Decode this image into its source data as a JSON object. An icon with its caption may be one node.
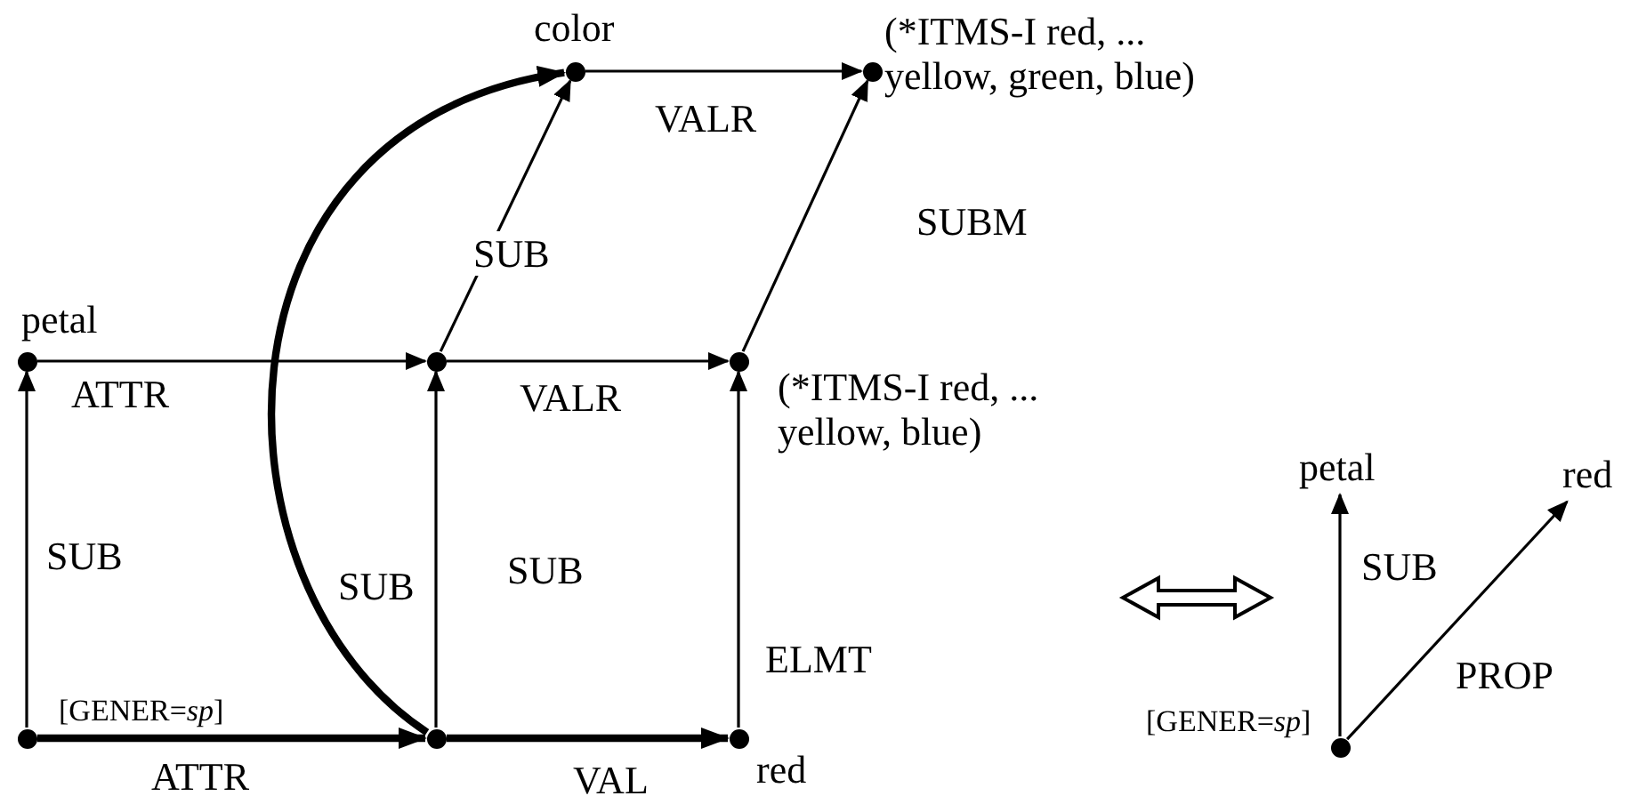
{
  "diagram": {
    "nodes": [
      {
        "text": [],
        "shape": "circle",
        "beside": [
          "color"
        ]
      },
      {
        "text": [],
        "shape": "circle",
        "beside": [
          "(*ITMS-I red, ... yellow, green, blue)"
        ]
      },
      {
        "text": [],
        "shape": "circle",
        "beside": [
          "petal"
        ]
      },
      {
        "text": [],
        "shape": "circle"
      },
      {
        "text": [],
        "shape": "circle",
        "beside": [
          "(*ITMS-I red, ... yellow, blue)"
        ]
      },
      {
        "text": [
          "petal"
        ]
      },
      {
        "text": [
          "red"
        ]
      },
      {
        "text": [],
        "shape": "circle",
        "beside": [
          "[GENER=*sp*]"
        ]
      },
      {
        "text": [],
        "shape": "circle"
      },
      {
        "text": [],
        "shape": "circle",
        "beside": [
          "red"
        ]
      },
      {
        "text": [],
        "shape": "circle",
        "beside": [
          "[GENER=*sp*]"
        ]
      }
    ],
    "edges": [
      {
        "from": 7,
        "to": 2,
        "arrow": "to",
        "label": "SUB"
      },
      {
        "from": 2,
        "to": 3,
        "arrow": "to",
        "label": "ATTR"
      },
      {
        "from": 3,
        "to": 0,
        "arrow": "to",
        "label": "SUB"
      },
      {
        "from": 0,
        "to": 1,
        "arrow": "to",
        "label": "VALR"
      },
      {
        "from": 4,
        "to": 1,
        "arrow": "to"
      },
      {
        "from": 3,
        "to": 4,
        "arrow": "to",
        "label": "VALR"
      },
      {
        "from": 8,
        "to": 3,
        "arrow": "to",
        "label": "SUB"
      },
      {
        "from": 9,
        "to": 4,
        "arrow": "to",
        "label": "ELMT"
      },
      {
        "from": 7,
        "to": 8,
        "arrow": "to",
        "label": "ATTR",
        "style": "thick"
      },
      {
        "from": 8,
        "to": 9,
        "arrow": "to",
        "label": "VAL",
        "style": "thick"
      },
      {
        "from": 8,
        "to": 0,
        "arrow": "to",
        "style": "thick"
      },
      {
        "from": 10,
        "to": 5,
        "arrow": "to",
        "label": "SUB"
      },
      {
        "from": 10,
        "to": 6,
        "arrow": "to",
        "label": "PROP"
      }
    ],
    "labels": [
      "SUBM",
      "SUB"
    ]
  }
}
